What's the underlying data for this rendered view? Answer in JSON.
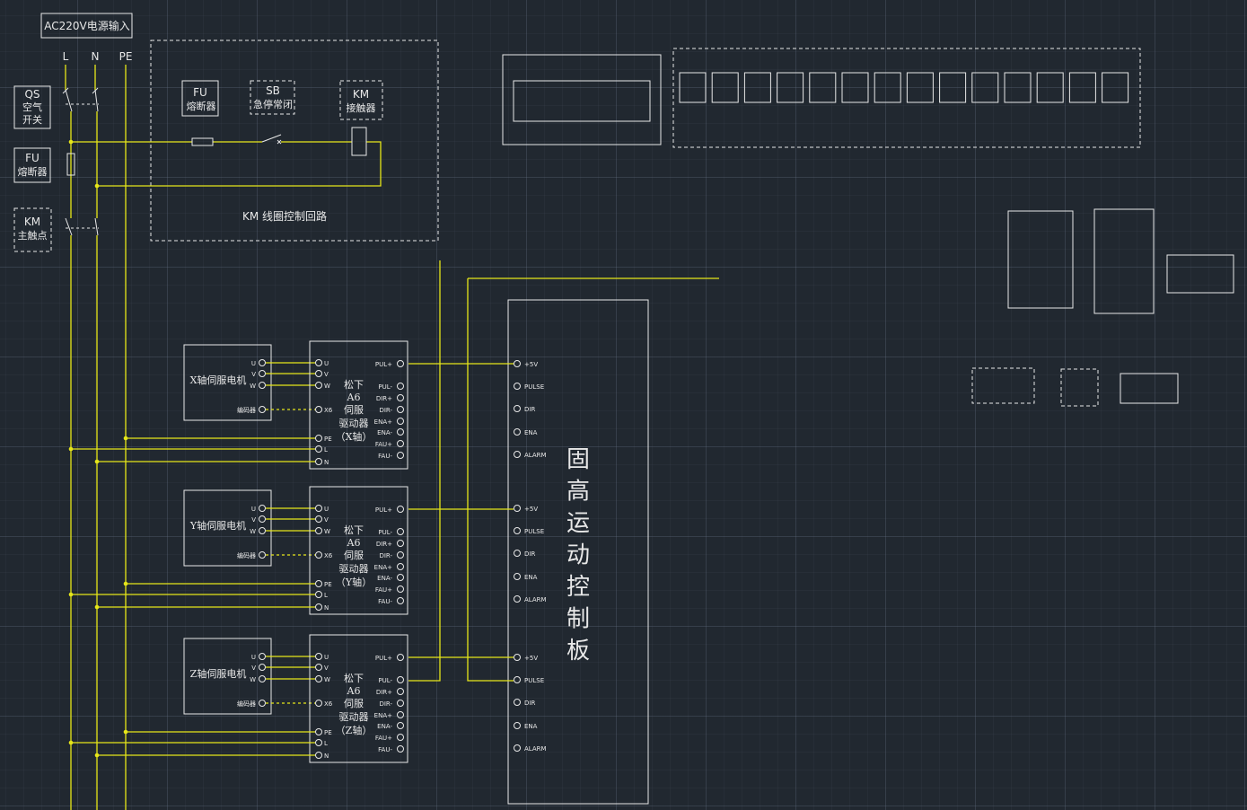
{
  "colors": {
    "background": "#212830",
    "wire": "#e6e619",
    "outline": "#e8e8e8"
  },
  "power": {
    "input_label": "AC220V电源输入",
    "L": "L",
    "N": "N",
    "PE": "PE"
  },
  "qs": {
    "code": "QS",
    "line1": "空气",
    "line2": "开关"
  },
  "fu_side": {
    "code": "FU",
    "name": "熔断器"
  },
  "km_side": {
    "code": "KM",
    "name": "主触点"
  },
  "coil_circuit": {
    "title": "KM 线圈控制回路",
    "fu": {
      "code": "FU",
      "name": "熔断器"
    },
    "sb": {
      "code": "SB",
      "name": "急停常闭"
    },
    "km": {
      "code": "KM",
      "name": "接触器"
    }
  },
  "motor_labels": [
    "X轴伺服电机",
    "Y轴伺服电机",
    "Z轴伺服电机"
  ],
  "motor_pins": [
    "U",
    "V",
    "W"
  ],
  "encoder_label": "编码器",
  "driver": {
    "pins_left": [
      "U",
      "V",
      "W",
      "X6",
      "PE",
      "L",
      "N"
    ],
    "pins_right": [
      "PUL+",
      "PUL-",
      "DIR+",
      "DIR-",
      "ENA+",
      "ENA-",
      "FAU+",
      "FAU-"
    ],
    "title_lines": [
      "松下",
      "A6",
      "伺服",
      "驱动器"
    ],
    "axis_lines": [
      "（X轴）",
      "（Y轴）",
      "（Z轴）"
    ]
  },
  "board": {
    "title_chars": [
      "固",
      "高",
      "运",
      "动",
      "控",
      "制",
      "板"
    ],
    "pins": [
      "+5V",
      "PULSE",
      "DIR",
      "ENA",
      "ALARM"
    ]
  },
  "panel_cell_count": 14
}
